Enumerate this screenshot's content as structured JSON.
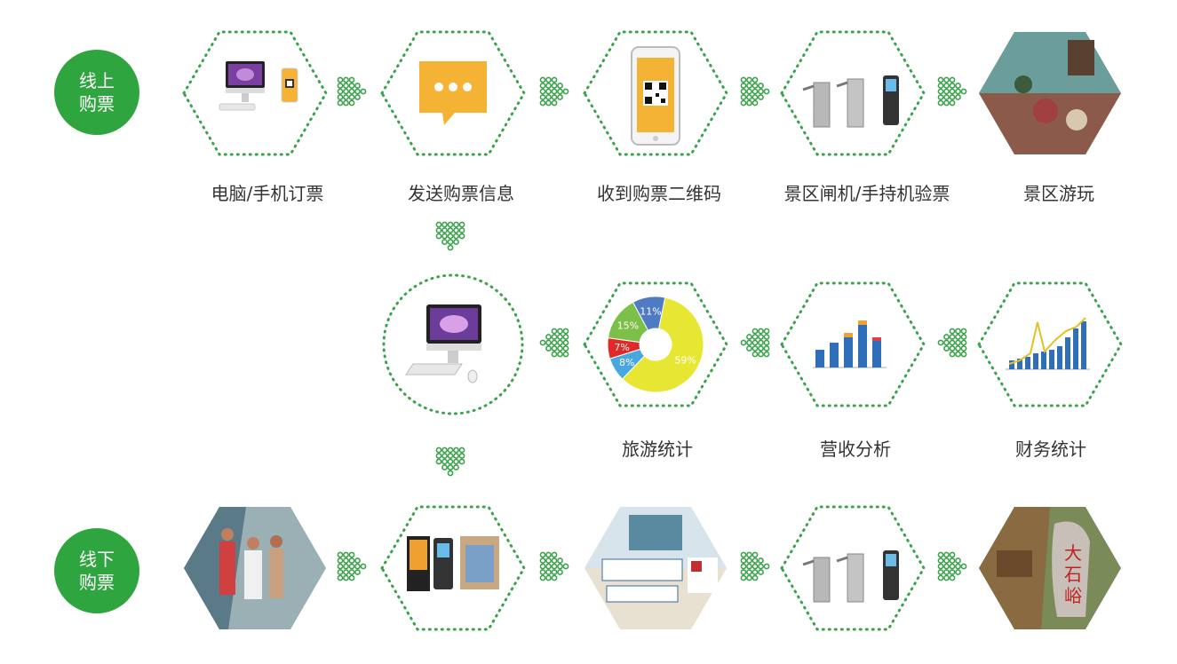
{
  "rows": {
    "online": {
      "badge": "线上\n购票",
      "labels": [
        "电脑/手机订票",
        "发送购票信息",
        "收到购票二维码",
        "景区闸机/手持机验票",
        "景区游玩"
      ]
    },
    "middle": {
      "labels": [
        "旅游统计",
        "营收分析",
        "财务统计"
      ]
    },
    "offline": {
      "badge": "线下\n购票"
    }
  },
  "pie": {
    "slices": [
      {
        "label": "59%",
        "value": 59,
        "color": "#e6e633"
      },
      {
        "label": "8%",
        "value": 8,
        "color": "#49a7e0"
      },
      {
        "label": "7%",
        "value": 7,
        "color": "#e02a2a"
      },
      {
        "label": "15%",
        "value": 15,
        "color": "#7cc04a"
      },
      {
        "label": "11%",
        "value": 11,
        "color": "#4f7bc4"
      }
    ]
  },
  "colors": {
    "green": "#2fa53f",
    "dots": "#3aa24a"
  },
  "icons": [
    "computer-phone-icon",
    "chat-bubble-icon",
    "qr-phone-icon",
    "turnstile-icon",
    "scenic-photo-icon",
    "desktop-computer-icon",
    "pie-chart-icon",
    "bar-chart-icon",
    "line-bar-chart-icon",
    "crowd-photo-icon",
    "kiosk-terminal-icon",
    "ticket-photo-icon",
    "rock-photo-icon"
  ]
}
